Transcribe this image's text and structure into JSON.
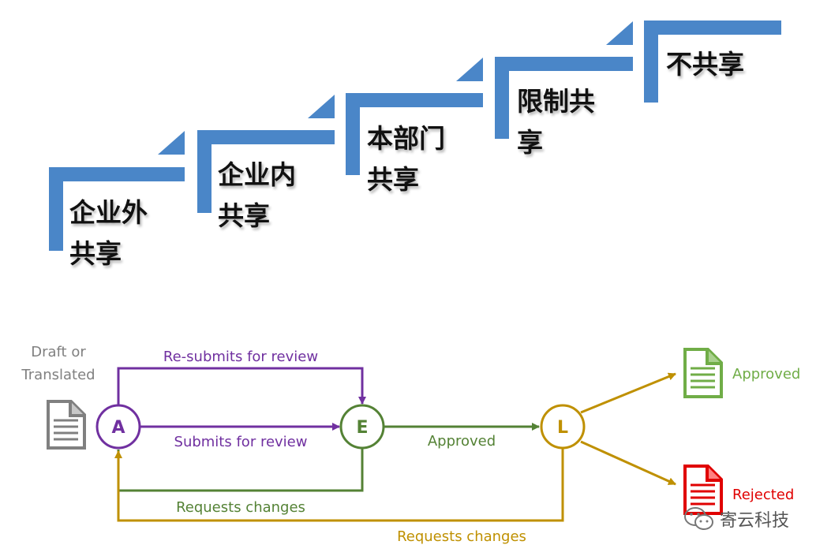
{
  "steps": [
    {
      "label_line1": "企业外",
      "label_line2": "共享"
    },
    {
      "label_line1": "企业内",
      "label_line2": "共享"
    },
    {
      "label_line1": "本部门",
      "label_line2": "共享"
    },
    {
      "label_line1": "限制共",
      "label_line2": "享"
    },
    {
      "label_line1": "不共享",
      "label_line2": ""
    }
  ],
  "workflow": {
    "start_label_line1": "Draft or",
    "start_label_line2": "Translated",
    "nodes": {
      "author": "A",
      "editor": "E",
      "lead": "L"
    },
    "edges": {
      "resubmit": "Re-submits for review",
      "submit": "Submits for review",
      "approved": "Approved",
      "editor_requests": "Requests changes",
      "lead_requests": "Requests changes"
    },
    "outcomes": {
      "approved": "Approved",
      "rejected": "Rejected"
    }
  },
  "colors": {
    "steps_blue": "#4a86c8",
    "purple": "#7030a0",
    "green": "#548235",
    "gold": "#bf9000",
    "gray": "#808080",
    "approved_green": "#70ad47",
    "rejected_red": "#e00000"
  },
  "watermark": {
    "text": "寄云科技",
    "icon": "wechat-icon"
  }
}
